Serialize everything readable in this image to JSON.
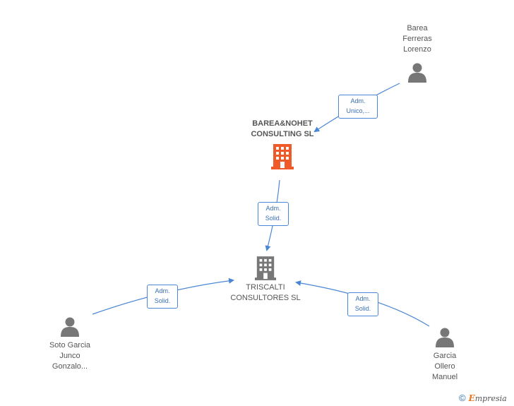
{
  "nodes": {
    "barea_ferreras": {
      "label": "Barea\nFerreras\nLorenzo",
      "kind": "person"
    },
    "barea_nohet": {
      "label": "BAREA&NOHET\nCONSULTING SL",
      "kind": "company-highlight"
    },
    "triscalti": {
      "label": "TRISCALTI\nCONSULTORES SL",
      "kind": "company"
    },
    "soto_garcia": {
      "label": "Soto Garcia\nJunco\nGonzalo...",
      "kind": "person"
    },
    "garcia_ollero": {
      "label": "Garcia\nOllero\nManuel",
      "kind": "person"
    }
  },
  "roles": {
    "r1": "Adm.\nUnico,...",
    "r2": "Adm.\nSolid.",
    "r3": "Adm.\nSolid.",
    "r4": "Adm.\nSolid."
  },
  "colors": {
    "edge": "#4a86d6",
    "person": "#777777",
    "company": "#777777",
    "company_highlight": "#f05a28"
  },
  "brand": {
    "copyright": "©",
    "e": "E",
    "rest": "mpresia"
  }
}
